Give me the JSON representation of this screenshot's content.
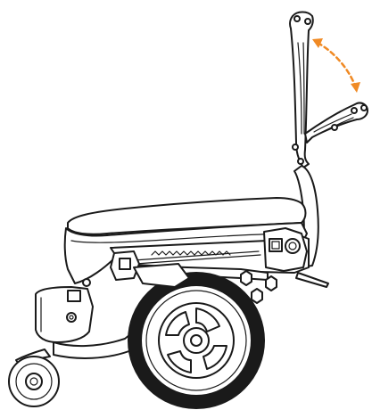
{
  "figure": {
    "subject": "wheelchair-base-side-view",
    "colors": {
      "line": "#1a1a1a",
      "background": "#ffffff",
      "motion_arrow": "#f08a24"
    },
    "icons": {
      "motion": "double-headed-curved-arrow-icon",
      "backrest_position": "recline-range"
    },
    "backrest": {
      "recline_positions": 2
    }
  }
}
